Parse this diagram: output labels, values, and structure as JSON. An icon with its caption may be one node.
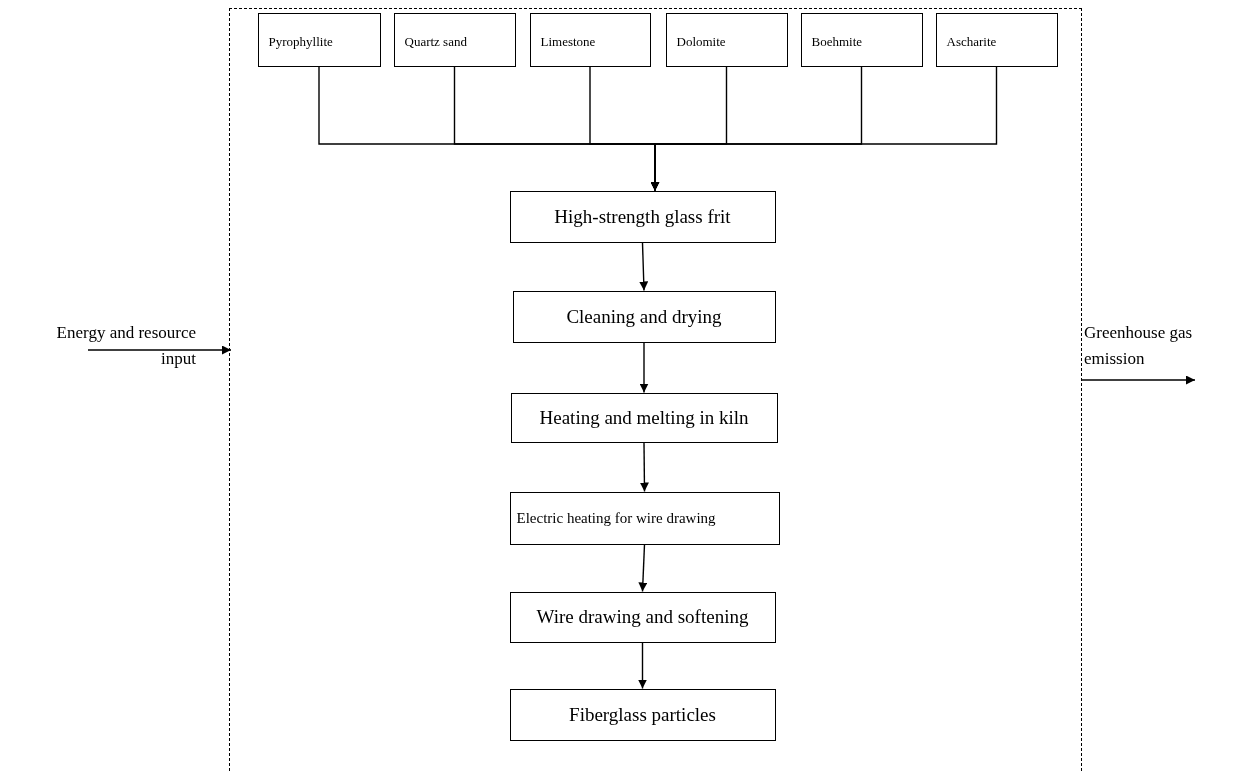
{
  "diagram": {
    "nodes": [
      {
        "text": [],
        "shape": "box"
      },
      {
        "text": [
          "Pyrophyllite"
        ],
        "in": 0
      },
      {
        "text": [
          "Quartz sand"
        ],
        "in": 0
      },
      {
        "text": [
          "Limestone"
        ],
        "in": 0
      },
      {
        "text": [
          "Dolomite"
        ],
        "in": 0
      },
      {
        "text": [
          "Boehmite"
        ],
        "in": 0
      },
      {
        "text": [
          "Ascharite"
        ],
        "in": 0
      },
      {
        "text": [
          "High-strength glass frit"
        ],
        "in": 0
      },
      {
        "text": [
          "Cleaning and drying"
        ],
        "in": 0
      },
      {
        "text": [
          "Heating and melting in kiln"
        ],
        "in": 0
      },
      {
        "text": [
          "Electric heating for wire drawing"
        ],
        "in": 0
      },
      {
        "text": [
          "Wire drawing and softening"
        ],
        "in": 0
      },
      {
        "text": [
          "Fiberglass particles"
        ],
        "in": 0
      },
      {
        "text": [
          "Energy and resource input"
        ]
      },
      {
        "text": [
          "Greenhouse gas emission"
        ]
      }
    ],
    "edges": [
      {
        "from": 1,
        "to": 7,
        "arrow": "to"
      },
      {
        "from": 2,
        "to": 7,
        "arrow": "to"
      },
      {
        "from": 3,
        "to": 7,
        "arrow": "to"
      },
      {
        "from": 4,
        "to": 7,
        "arrow": "to"
      },
      {
        "from": 5,
        "to": 7,
        "arrow": "to"
      },
      {
        "from": 6,
        "to": 7,
        "arrow": "to"
      },
      {
        "from": 7,
        "to": 8,
        "arrow": "to"
      },
      {
        "from": 8,
        "to": 9,
        "arrow": "to"
      },
      {
        "from": 9,
        "to": 10,
        "arrow": "to"
      },
      {
        "from": 10,
        "to": 11,
        "arrow": "to"
      },
      {
        "from": 11,
        "to": 12,
        "arrow": "to"
      },
      {
        "from": 13,
        "to": 0,
        "arrow": "to"
      },
      {
        "from": 0,
        "to": 14,
        "arrow": "to"
      }
    ]
  }
}
